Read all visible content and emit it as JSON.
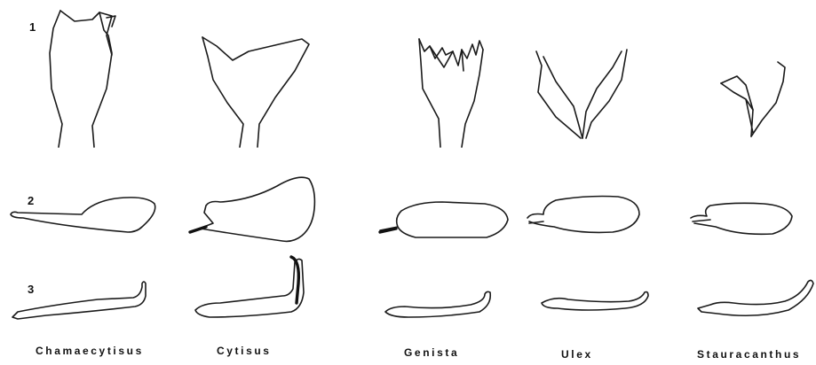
{
  "rows": [
    {
      "number": "1"
    },
    {
      "number": "2"
    },
    {
      "number": "3"
    }
  ],
  "genera": [
    {
      "name": "Chamaecytisus"
    },
    {
      "name": "Cytisus"
    },
    {
      "name": "Genista"
    },
    {
      "name": "Ulex"
    },
    {
      "name": "Stauracanthus"
    }
  ],
  "colors": {
    "ink": "#1a1a1a",
    "background": "#ffffff"
  }
}
